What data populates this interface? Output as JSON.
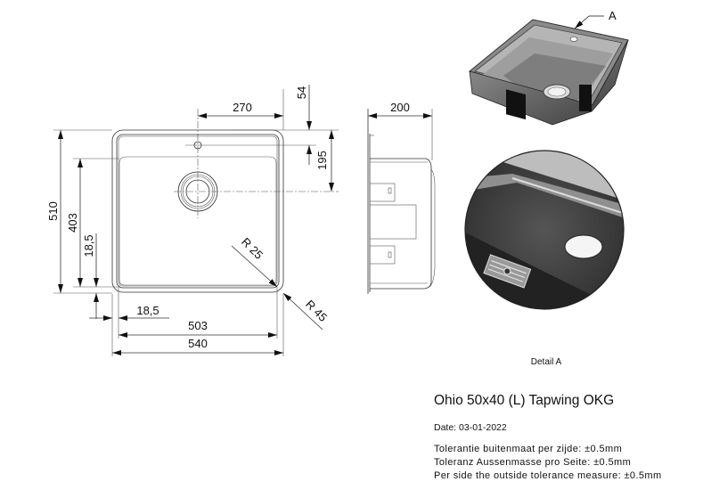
{
  "drawing": {
    "dimensions": {
      "top_offset": "270",
      "tap_offset": "54",
      "drain_offset": "195",
      "height_outer": "510",
      "height_inner": "403",
      "rim_vertical": "18,5",
      "rim_horizontal": "18,5",
      "width_inner": "503",
      "width_outer": "540",
      "radius_inner": "R 25",
      "radius_outer": "R 45",
      "depth": "200"
    },
    "callout_label": "A",
    "detail_label": "Detail A"
  },
  "info": {
    "title": "Ohio 50x40 (L) Tapwing OKG",
    "date": "Date: 03-01-2022",
    "tolerances": [
      "Tolerantie buitenmaat per zijde: ±0.5mm",
      "Toleranz Aussenmasse pro Seite: ±0.5mm",
      "Per side the outside tolerance measure: ±0.5mm"
    ]
  }
}
